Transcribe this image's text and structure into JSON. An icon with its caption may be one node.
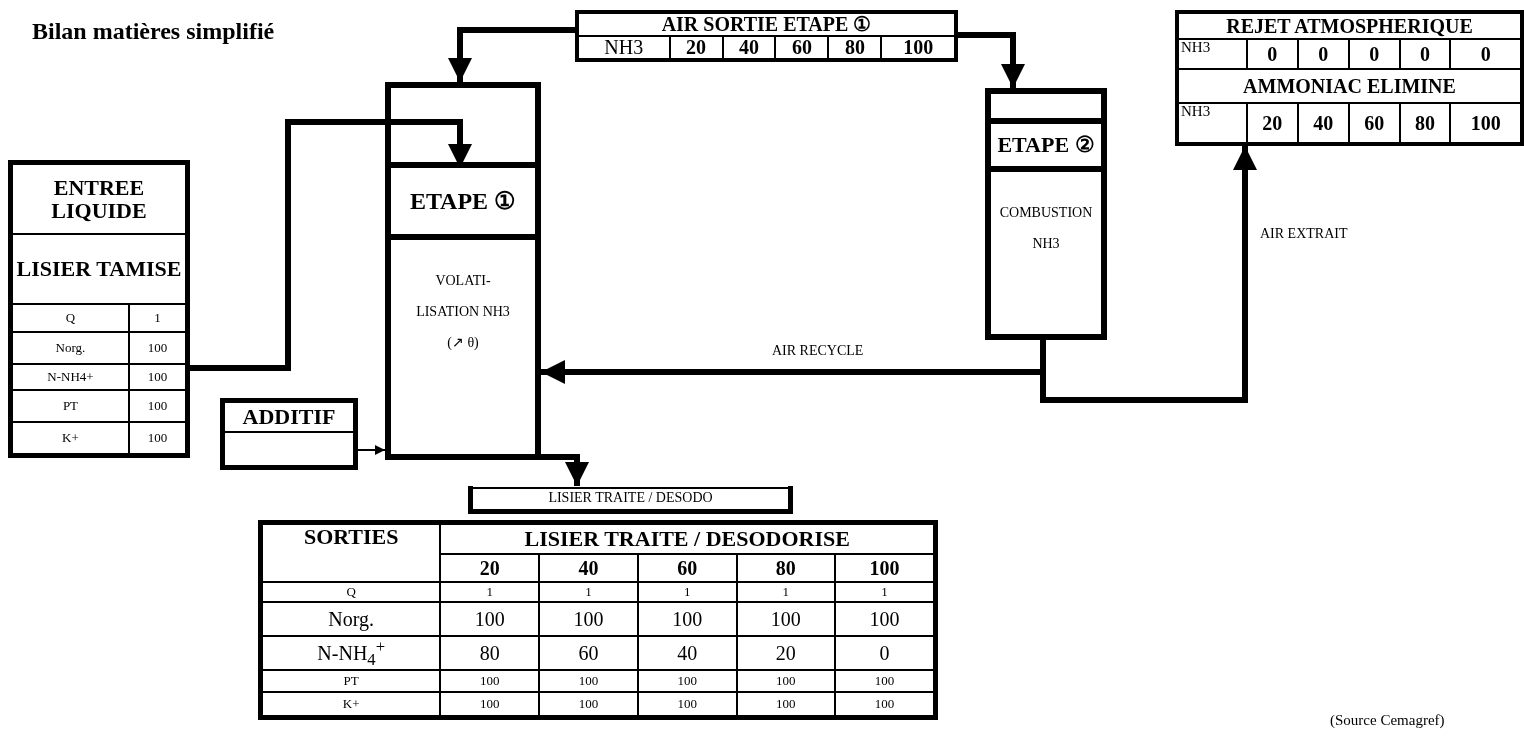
{
  "diagram": {
    "title": "Bilan  matières simplifié",
    "caption": "(Source Cemagref)",
    "nodes": [
      {
        "text": [
          "ENTREE LIQUIDE",
          "LISIER TAMISE",
          "Q",
          "1",
          "Norg.",
          "100",
          "N-NH4+",
          "100",
          "PT",
          "100",
          "K+",
          "100"
        ]
      },
      {
        "text": [
          "ADDITIF"
        ]
      },
      {
        "text": [
          "ETAPE ①",
          "VOLATI- LISATION NH3 (↗ θ)"
        ]
      },
      {
        "text": [
          "AIR SORTIE ETAPE ①",
          "NH3",
          "20",
          "40",
          "60",
          "80",
          "100"
        ]
      },
      {
        "text": [
          "ETAPE ②",
          "COMBUSTION NH3"
        ]
      },
      {
        "text": [
          "REJET ATMOSPHERIQUE",
          "NH3",
          "0",
          "0",
          "0",
          "0",
          "0",
          "AMMONIAC ELIMINE",
          "NH3",
          "20",
          "40",
          "60",
          "80",
          "100"
        ]
      },
      {
        "text": [
          "LISIER TRAITE / DESODO"
        ]
      },
      {
        "text": [
          "SORTIES",
          "LISIER TRAITE / DESODORISE",
          "20",
          "40",
          "60",
          "80",
          "100",
          "Q",
          "1",
          "1",
          "1",
          "1",
          "1",
          "Norg.",
          "100",
          "100",
          "100",
          "100",
          "100",
          "N-NH$_{4}$$^{+}$",
          "80",
          "60",
          "40",
          "20",
          "0",
          "PT",
          "100",
          "100",
          "100",
          "100",
          "100",
          "K+",
          "100",
          "100",
          "100",
          "100",
          "100"
        ]
      }
    ],
    "edges": [
      {
        "from": 0,
        "to": 2,
        "arrow": "to"
      },
      {
        "from": 1,
        "to": 2,
        "arrow": "to"
      },
      {
        "from": 3,
        "to": 2,
        "arrow": "to"
      },
      {
        "from": 3,
        "to": 4,
        "arrow": "to"
      },
      {
        "from": 4,
        "to": 2,
        "arrow": "to",
        "label": "AIR RECYCLE"
      },
      {
        "from": 4,
        "to": 5,
        "arrow": "to",
        "label": "AIR EXTRAIT"
      },
      {
        "from": 2,
        "to": 6,
        "arrow": "to"
      }
    ]
  }
}
